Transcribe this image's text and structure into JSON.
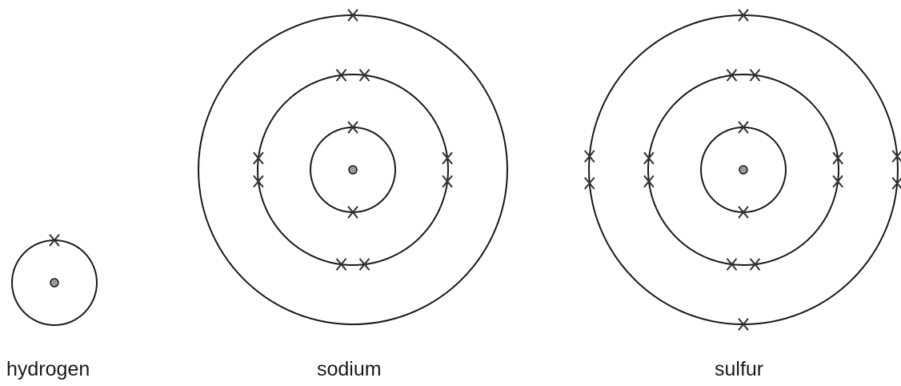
{
  "atoms": [
    {
      "name": "hydrogen",
      "shells": [
        {
          "electrons": [
            {
              "angle": 0
            }
          ]
        }
      ]
    },
    {
      "name": "sodium",
      "shells": [
        {
          "electrons": [
            {
              "angle": 0
            },
            {
              "angle": 180
            }
          ]
        },
        {
          "electrons": [
            {
              "angle": -7
            },
            {
              "angle": 7
            },
            {
              "angle": 83
            },
            {
              "angle": 97
            },
            {
              "angle": 173
            },
            {
              "angle": 187
            },
            {
              "angle": 263
            },
            {
              "angle": 277
            }
          ]
        },
        {
          "electrons": [
            {
              "angle": 0
            }
          ]
        }
      ]
    },
    {
      "name": "sulfur",
      "shells": [
        {
          "electrons": [
            {
              "angle": 0
            },
            {
              "angle": 180
            }
          ]
        },
        {
          "electrons": [
            {
              "angle": -7
            },
            {
              "angle": 7
            },
            {
              "angle": 83
            },
            {
              "angle": 97
            },
            {
              "angle": 173
            },
            {
              "angle": 187
            },
            {
              "angle": 263
            },
            {
              "angle": 277
            }
          ]
        },
        {
          "electrons": [
            {
              "angle": 0
            },
            {
              "angle": 85
            },
            {
              "angle": 95
            },
            {
              "angle": 180
            },
            {
              "angle": 265
            },
            {
              "angle": 275
            }
          ]
        }
      ]
    }
  ],
  "colors": {
    "line": "#1a1a1a",
    "nucleus": "#9a9a9a",
    "electron": "#333333"
  }
}
